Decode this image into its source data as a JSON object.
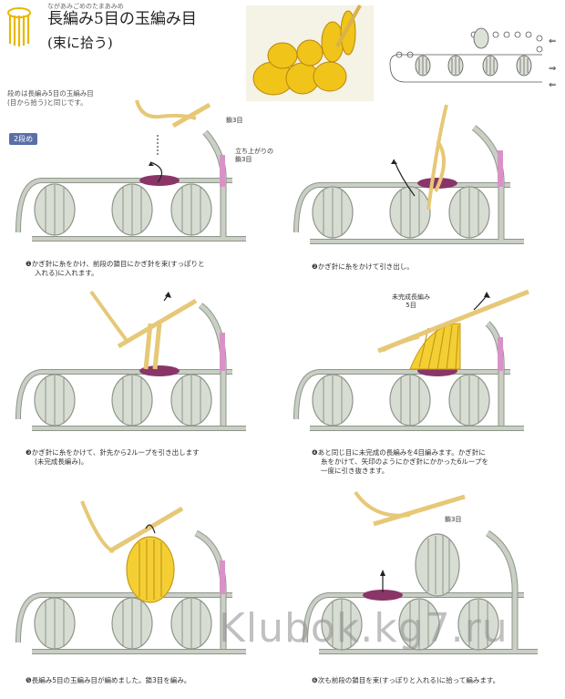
{
  "title": {
    "ruby": "ながあみごめのたまあみめ",
    "main": "長編み5目の玉編み目",
    "sub": "(束に拾う)"
  },
  "intro_note": {
    "line1": "段めは長編み5目の玉編み目",
    "line2": "(目から拾う)と同じです。"
  },
  "row_badge": "2段め",
  "steps": [
    {
      "caption1": "かぎ針に糸をかけ、前段の鎖目にかぎ針を束(すっぽりと",
      "caption2": "入れる)に入れます。",
      "label_a": "鎖3目",
      "label_b1": "立ち上がりの",
      "label_b2": "鎖3目"
    },
    {
      "caption1": "かぎ針に糸をかけて引き出し。",
      "caption2": ""
    },
    {
      "caption1": "かぎ針に糸をかけて、針先から2ループを引き出します",
      "caption2": "(未完成長編み)。"
    },
    {
      "caption1": "あと同じ目に未完成の長編みを4目編みます。かぎ針に",
      "caption2": "糸をかけて、矢印のようにかぎ針にかかった6ループを",
      "caption3": "一度に引き抜きます。",
      "label_a1": "未完成長編み",
      "label_a2": "5目"
    },
    {
      "caption1": "長編み5目の玉編み目が編めました。鎖3目を編み。",
      "caption2": ""
    },
    {
      "caption1": "次も前段の鎖目を束(すっぽりと入れる)に拾って編みます。",
      "caption2": "",
      "label_a": "鎖3目"
    }
  ],
  "watermark": "Klubok.kg7.ru",
  "colors": {
    "yarn_gray": "#c9cfc4",
    "yarn_outline": "#8e958a",
    "yarn_yellow": "#f3cf34",
    "yarn_yellow_dark": "#c99a16",
    "pink": "#d992c8",
    "maroon": "#8a3568",
    "hook": "#e6c877"
  }
}
